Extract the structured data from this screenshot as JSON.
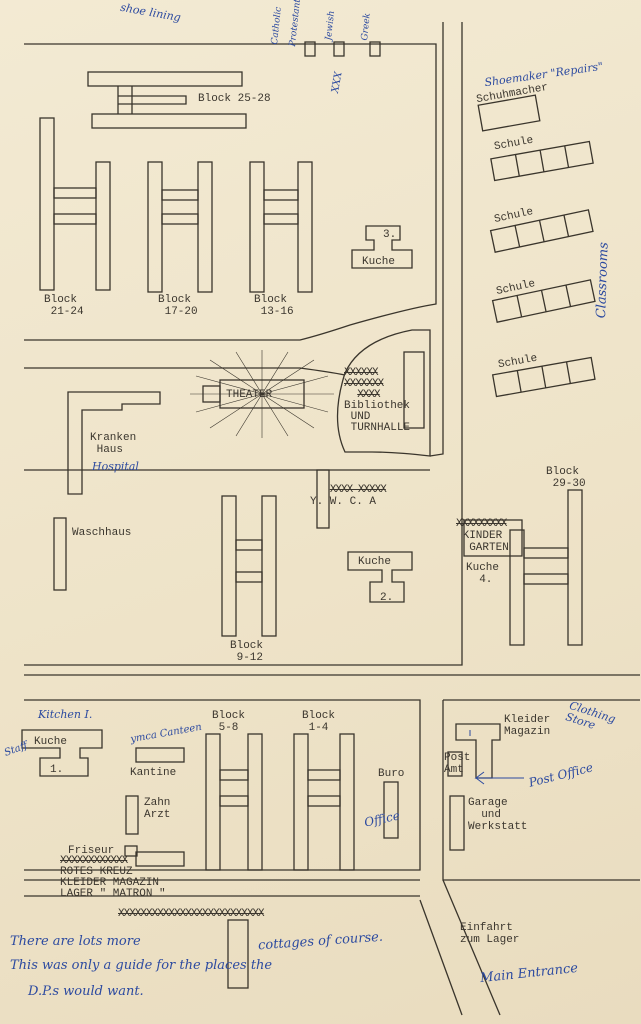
{
  "typed": {
    "block_25_28": "Block 25-28",
    "block_21_24": [
      "Block",
      "21-24"
    ],
    "block_17_20": [
      "Block",
      "17-20"
    ],
    "block_13_16": [
      "Block",
      "13-16"
    ],
    "kuche_3": [
      "3.",
      "Kuche"
    ],
    "schuhmacher": "Schuhmacher",
    "schule": [
      "Schule",
      "Schule",
      "Schule",
      "Schule"
    ],
    "theater": "THEATER",
    "kranken_haus": [
      "Kranken",
      "Haus"
    ],
    "bibliothek": [
      "XXXXXX",
      "XXXXXXX",
      "XXXX",
      "Bibliothek",
      "UND",
      "TURNHALLE"
    ],
    "ywca": [
      "XXXX XXXXX",
      "Y. W. C. A"
    ],
    "waschhaus": "Waschhaus",
    "kuche_2": [
      "Kuche",
      "2."
    ],
    "block_9_12": [
      "Block",
      "9-12"
    ],
    "block_29_30": [
      "Block",
      "29-30"
    ],
    "kindergarten": [
      "XXXXXXXXX",
      "KINDER",
      "GARTEN"
    ],
    "kuche_4": [
      "Kuche",
      "4."
    ],
    "kuche_1": [
      "Kuche",
      "1."
    ],
    "kantine": "Kantine",
    "block_5_8": [
      "Block",
      "5-8"
    ],
    "block_1_4": [
      "Block",
      "1-4"
    ],
    "buro": "Buro",
    "zahn_arzt": [
      "Zahn",
      "Arzt"
    ],
    "friseur": "Friseur",
    "rotes_kreuz": [
      "XXXXXXXXXXXX",
      "ROTES KREUZ",
      "KLEIDER  MAGAZIN",
      "LAGER \" MATRON \""
    ],
    "kleider_magazin": [
      "Kleider",
      "Magazin"
    ],
    "post_amt": [
      "Post",
      "Amt"
    ],
    "garage": [
      "Garage",
      "und",
      "Werkstatt"
    ],
    "einfahrt": [
      "Einfahrt",
      "zum Lager"
    ],
    "bottom_strike": "XXXXXXXXXXXXXXXXXXXXXXXXXX"
  },
  "handwritten": {
    "shoemaker": "Shoemaker \"Repairs\"",
    "classrooms": "Classrooms",
    "hospital": "Hospital",
    "kitchen": "Kitchen I.",
    "staff": "Staff",
    "ymca_canteen": "ymca Canteen",
    "office": "Office",
    "clothing_store": "Clothing Store",
    "post_office": "Post Office",
    "main_entrance": "Main Entrance",
    "note": [
      "There are lots more",
      "cottages of course.",
      "This was only a guide for the places the",
      "D.P.s would want."
    ],
    "top_scribble": "shoe lining",
    "top_checklist": [
      "Catholic",
      "Protestant",
      "Jewish",
      "Greek"
    ],
    "xxx_mark": "XXX"
  },
  "colors": {
    "paper": "#efe6cf",
    "ink": "#3b362e",
    "pen": "#2c4aa0"
  }
}
